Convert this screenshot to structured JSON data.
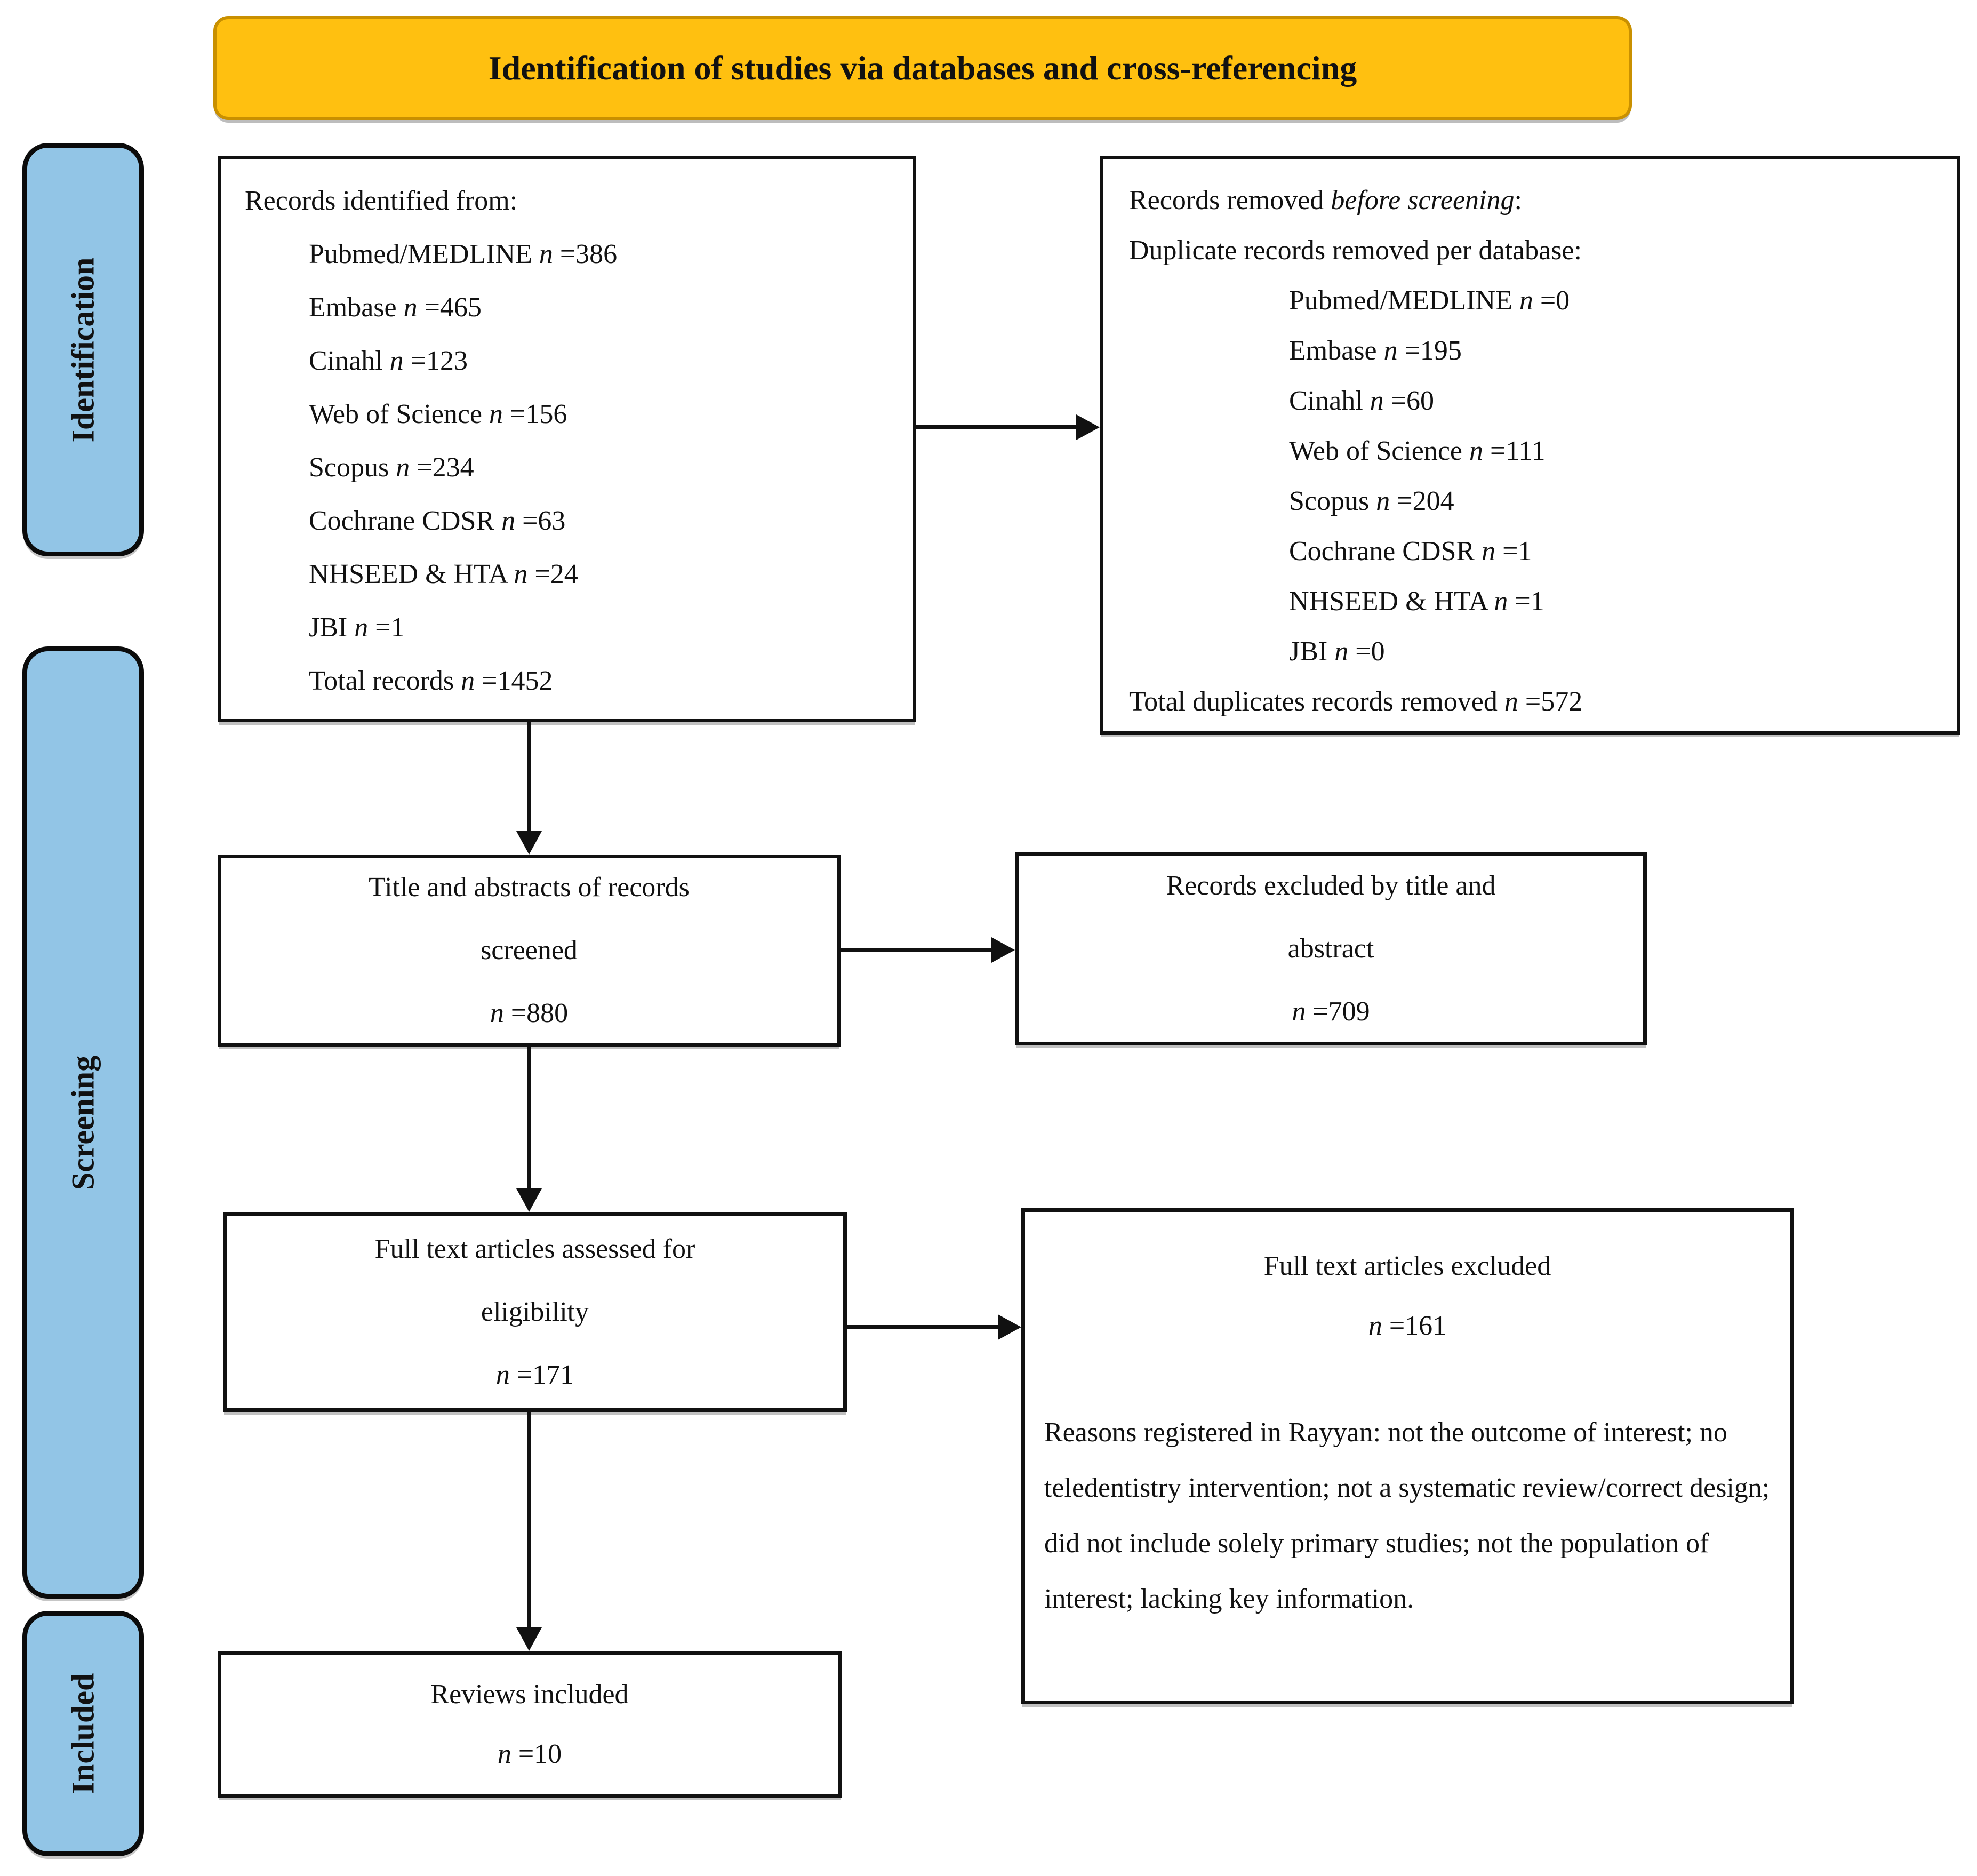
{
  "title": "Identification of studies via databases and cross-referencing",
  "colors": {
    "banner_fill": "#FFC010",
    "banner_border": "#C99000",
    "stage_fill": "#92C5E6",
    "box_border": "#111111"
  },
  "stages": [
    {
      "label": "Identification"
    },
    {
      "label": "Screening"
    },
    {
      "label": "Included"
    }
  ],
  "boxes": {
    "identified": {
      "heading": "Records identified from:",
      "items": [
        "Pubmed/MEDLINE *n* =386",
        "Embase *n* =465",
        "Cinahl *n* =123",
        "Web of Science *n* =156",
        "Scopus *n* =234",
        "Cochrane CDSR *n* =63",
        "NHSEED & HTA *n* =24",
        "JBI *n* =1",
        "Total records *n* =1452"
      ]
    },
    "duplicates": {
      "heading1": "Records removed *before screening*:",
      "heading2": "Duplicate records removed per database:",
      "items": [
        "Pubmed/MEDLINE *n* =0",
        "Embase *n* =195",
        "Cinahl *n* =60",
        "Web of Science *n* =111",
        "Scopus *n* =204",
        "Cochrane CDSR *n* =1",
        "NHSEED & HTA *n* =1",
        "JBI *n* =0"
      ],
      "total": "Total duplicates records removed *n* =572"
    },
    "screened": {
      "lines": [
        "Title and abstracts of records",
        "screened",
        "*n* =880"
      ]
    },
    "excluded_title_abstract": {
      "lines": [
        "Records excluded by title and",
        "abstract",
        "*n* =709"
      ]
    },
    "fulltext": {
      "lines": [
        "Full text articles assessed for",
        "eligibility",
        "*n* =171"
      ]
    },
    "fulltext_excluded": {
      "heading_lines": [
        "Full text articles excluded",
        "*n* =161"
      ],
      "reasons": "Reasons registered in Rayyan: not the outcome of interest; no teledentistry intervention; not a systematic review/correct design; did not include solely primary studies; not the population of interest; lacking key information."
    },
    "included": {
      "lines": [
        "Reviews included",
        "*n* =10"
      ]
    }
  }
}
